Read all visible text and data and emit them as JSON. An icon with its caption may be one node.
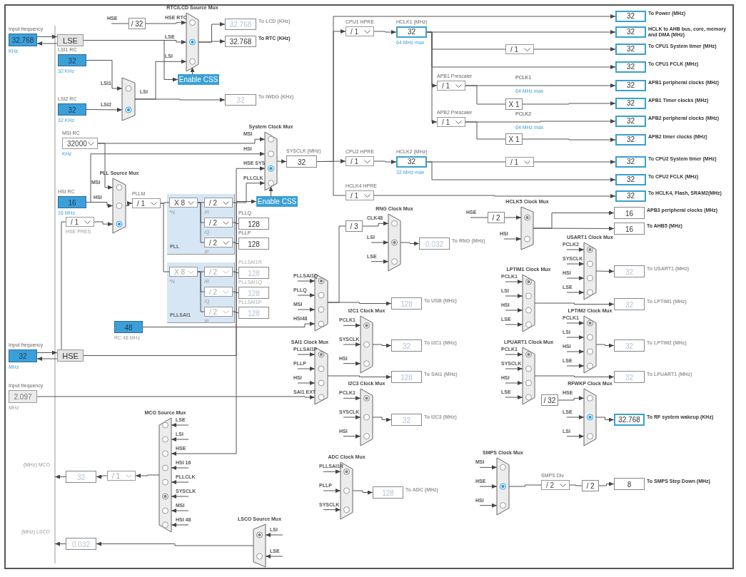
{
  "diagram": {
    "nodes": [
      {
        "text": [
          "Input frequency",
          "32.768"
        ],
        "beside": [
          "KHz"
        ]
      },
      {
        "text": [
          "LSE"
        ]
      },
      {
        "text": [
          "LSI1 RC",
          "32"
        ],
        "beside": [
          "32 KHz"
        ]
      },
      {
        "text": [
          "LSI2 RC",
          "32"
        ],
        "beside": [
          "32 KHz"
        ]
      },
      {
        "text": [],
        "shape": "trapezoid"
      },
      {
        "text": [
          "/ 32"
        ]
      },
      {
        "text": [
          "RTC/LCD Source Mux"
        ]
      },
      {
        "text": [
          "32.768"
        ],
        "beside": [
          "To LCD (KHz)"
        ]
      },
      {
        "text": [
          "32.768"
        ],
        "beside": [
          "To RTC (KHz)"
        ]
      },
      {
        "text": [
          "Enable CSS"
        ]
      },
      {
        "text": [
          "32"
        ],
        "beside": [
          "To IWDG (KHz)"
        ]
      },
      {
        "text": [
          "MSI RC",
          "32000"
        ],
        "beside": [
          "KHz"
        ]
      },
      {
        "text": [
          "HSI RC",
          "16"
        ],
        "beside": [
          "16 MHz"
        ]
      },
      {
        "text": [
          "/ 1"
        ],
        "beside": [
          "HSE PRES"
        ]
      },
      {
        "text": [
          "PLL Source Mux"
        ]
      },
      {
        "text": [
          "PLLM",
          "/ 1"
        ]
      },
      {
        "text": [
          "PLL"
        ]
      },
      {
        "text": [
          "X 8"
        ],
        "beside": [
          "*N"
        ],
        "in": 16
      },
      {
        "text": [
          "/ 2"
        ],
        "beside": [
          "/R"
        ],
        "in": 16
      },
      {
        "text": [
          "/ 2"
        ],
        "beside": [
          "/Q"
        ],
        "in": 16
      },
      {
        "text": [
          "/ 2"
        ],
        "beside": [
          "/P"
        ],
        "in": 16
      },
      {
        "text": [
          "PLLQ",
          "128"
        ]
      },
      {
        "text": [
          "PLLP",
          "128"
        ]
      },
      {
        "text": [
          "PLLSAI1"
        ]
      },
      {
        "text": [
          "X 8"
        ],
        "beside": [
          "*N"
        ],
        "in": 23
      },
      {
        "text": [
          "/ 2"
        ],
        "beside": [
          "/R"
        ],
        "in": 23
      },
      {
        "text": [
          "/ 2"
        ],
        "beside": [
          "/Q"
        ],
        "in": 23
      },
      {
        "text": [
          "/ 2"
        ],
        "beside": [
          "/P"
        ],
        "in": 23
      },
      {
        "text": [
          "PLLSAI1R",
          "128"
        ]
      },
      {
        "text": [
          "PLLSAI1Q",
          "128"
        ]
      },
      {
        "text": [
          "PLLSAI1P",
          "128"
        ]
      },
      {
        "text": [
          "48"
        ],
        "beside": [
          "RC 48 MHz"
        ]
      },
      {
        "text": [
          "Input frequency",
          "32"
        ],
        "beside": [
          "MHz"
        ]
      },
      {
        "text": [
          "HSE"
        ]
      },
      {
        "text": [
          "Input frequency",
          "2.097"
        ],
        "beside": [
          "MHz"
        ]
      },
      {
        "text": [
          "System Clock Mux"
        ]
      },
      {
        "text": [
          "Enable CSS"
        ]
      },
      {
        "text": [
          "SYSCLK (MHz)",
          "32"
        ]
      },
      {
        "text": [
          "CPU1 HPRE",
          "/ 1"
        ]
      },
      {
        "text": [
          "HCLK1 (MHz)",
          "32"
        ],
        "beside": [
          "64 MHz max"
        ]
      },
      {
        "text": [
          "APB1 Prescaler",
          "/ 1"
        ]
      },
      {
        "text": [
          "APB2 Prescaler",
          "/ 1"
        ]
      },
      {
        "text": [
          "CPU2 HPRE",
          "/ 1"
        ]
      },
      {
        "text": [
          "HCLK2 (MHz)",
          "32"
        ],
        "beside": [
          "32 MHz max"
        ]
      },
      {
        "text": [
          "HCLK4 HPRE",
          "/ 1"
        ]
      },
      {
        "text": [
          "/ 1"
        ]
      },
      {
        "text": [
          "X 1"
        ]
      },
      {
        "text": [
          "X 1"
        ]
      },
      {
        "text": [
          "/ 1"
        ]
      },
      {
        "text": [
          "32"
        ],
        "beside": [
          "To Power (MHz)"
        ]
      },
      {
        "text": [
          "32"
        ],
        "beside": [
          "HCLK to AHB bus, core, memory and DMA (MHz)"
        ]
      },
      {
        "text": [
          "32"
        ],
        "beside": [
          "To CPU1 System timer (MHz)"
        ]
      },
      {
        "text": [
          "32"
        ],
        "beside": [
          "To CPU1 FCLK (MHz)"
        ]
      },
      {
        "text": [
          "32"
        ],
        "beside": [
          "APB1 peripheral clocks (MHz)"
        ]
      },
      {
        "text": [
          "32"
        ],
        "beside": [
          "APB1 Timer clocks (MHz)"
        ]
      },
      {
        "text": [
          "32"
        ],
        "beside": [
          "APB2 peripheral clocks (MHz)"
        ]
      },
      {
        "text": [
          "32"
        ],
        "beside": [
          "APB2 timer clocks (MHz)"
        ]
      },
      {
        "text": [
          "32"
        ],
        "beside": [
          "To CPU2 System timer (MHz)"
        ]
      },
      {
        "text": [
          "32"
        ],
        "beside": [
          "To CPU2 FCLK (MHz)"
        ]
      },
      {
        "text": [
          "32"
        ],
        "beside": [
          "To HCLK4, Flash, SRAM2(MHz)"
        ]
      },
      {
        "text": [
          "/ 2"
        ]
      },
      {
        "text": [
          "HCLK5 Clock Mux"
        ]
      },
      {
        "text": [
          "16"
        ],
        "beside": [
          "APB3 peripheral clocks (MHz)"
        ]
      },
      {
        "text": [
          "16"
        ],
        "beside": [
          "To AHB5 (MHz)"
        ]
      },
      {
        "text": [
          "/ 3"
        ]
      },
      {
        "text": [
          "RNG Clock Mux"
        ]
      },
      {
        "text": [
          "0.032"
        ],
        "beside": [
          "To RNG (MHz)"
        ]
      },
      {
        "text": [],
        "shape": "trapezoid"
      },
      {
        "text": [
          "128"
        ],
        "beside": [
          "To USB (MHz)"
        ]
      },
      {
        "text": [
          "I2C1 Clock Mux"
        ]
      },
      {
        "text": [
          "32"
        ],
        "beside": [
          "To I2C1 (MHz)"
        ]
      },
      {
        "text": [
          "SAI1 Clock Mux"
        ]
      },
      {
        "text": [
          "128"
        ],
        "beside": [
          "To SAI1 (MHz)"
        ]
      },
      {
        "text": [
          "I2C3 Clock Mux"
        ]
      },
      {
        "text": [
          "32"
        ],
        "beside": [
          "To I2C3 (MHz)"
        ]
      },
      {
        "text": [
          "ADC Clock Mux"
        ]
      },
      {
        "text": [
          "128"
        ],
        "beside": [
          "To ADC (MHz)"
        ]
      },
      {
        "text": [
          "MCO Source Mux"
        ]
      },
      {
        "text": [
          "/ 1"
        ]
      },
      {
        "text": [
          "32"
        ],
        "beside": [
          "(MHz) MCO"
        ]
      },
      {
        "text": [
          "LSCO Source Mux"
        ]
      },
      {
        "text": [
          "0.032"
        ],
        "beside": [
          "(MHz) LSCO"
        ]
      },
      {
        "text": [
          "USART1 Clock Mux"
        ]
      },
      {
        "text": [
          "32"
        ],
        "beside": [
          "To USART1 (MHz)"
        ]
      },
      {
        "text": [
          "LPTIM1 Clock Mux"
        ]
      },
      {
        "text": [
          "32"
        ],
        "beside": [
          "To LPTIM1 (MHz)"
        ]
      },
      {
        "text": [
          "LPTIM2 Clock Mux"
        ]
      },
      {
        "text": [
          "32"
        ],
        "beside": [
          "To LPTIM2 (MHz)"
        ]
      },
      {
        "text": [
          "LPUART1 Clock Mux"
        ]
      },
      {
        "text": [
          "32"
        ],
        "beside": [
          "To LPUART1 (MHz)"
        ]
      },
      {
        "text": [
          "/ 32"
        ]
      },
      {
        "text": [
          "RFWKP Clock Mux"
        ]
      },
      {
        "text": [
          "32.768"
        ],
        "beside": [
          "To RF system wakeup (KHz)"
        ]
      },
      {
        "text": [
          "SMPS Clock Mux"
        ]
      },
      {
        "text": [
          "SMPS Div",
          "/ 2"
        ]
      },
      {
        "text": [
          "/ 2"
        ]
      },
      {
        "text": [
          "8"
        ],
        "beside": [
          "To SMPS Step Down (MHz)"
        ]
      }
    ],
    "edges": [
      {
        "from": 0,
        "to": 1,
        "arrow": "to"
      },
      {
        "from": 1,
        "to": 0,
        "arrow": "to"
      },
      {
        "from": null,
        "to": 5,
        "arrow": "none",
        "label": "HSE"
      },
      {
        "from": 5,
        "to": 6,
        "arrow": "to",
        "label": "HSE RTC"
      },
      {
        "from": 1,
        "to": 6,
        "arrow": "to",
        "label": "LSE"
      },
      {
        "from": 4,
        "to": 6,
        "arrow": "to",
        "label": "LSI"
      },
      {
        "from": 2,
        "to": 4,
        "arrow": "to",
        "label": "LSI1"
      },
      {
        "from": 3,
        "to": 4,
        "arrow": "to",
        "label": "LSI2"
      },
      {
        "from": 6,
        "to": 7,
        "arrow": "to"
      },
      {
        "from": 6,
        "to": 8,
        "arrow": "to"
      },
      {
        "from": 1,
        "to": 9,
        "arrow": "to"
      },
      {
        "from": 9,
        "to": 6,
        "arrow": "to"
      },
      {
        "from": 4,
        "to": 10,
        "arrow": "to",
        "label": "LSI"
      },
      {
        "from": 32,
        "to": 33,
        "arrow": "to"
      },
      {
        "from": 33,
        "to": 32,
        "arrow": "to"
      },
      {
        "from": 11,
        "to": 35,
        "arrow": "to",
        "label": "MSI"
      },
      {
        "from": 12,
        "to": 35,
        "arrow": "to",
        "label": "HSI"
      },
      {
        "from": 33,
        "to": 35,
        "arrow": "to",
        "label": "HSE SYS"
      },
      {
        "from": 18,
        "to": 35,
        "arrow": "to",
        "label": "PLLCLK"
      },
      {
        "from": 35,
        "to": 37,
        "arrow": "to"
      },
      {
        "from": 33,
        "to": 36,
        "arrow": "to"
      },
      {
        "from": 36,
        "to": 35,
        "arrow": "to"
      },
      {
        "from": 11,
        "to": 14,
        "arrow": "to",
        "label": "MSI"
      },
      {
        "from": 12,
        "to": 14,
        "arrow": "to",
        "label": "HSI"
      },
      {
        "from": 13,
        "to": 14,
        "arrow": "to"
      },
      {
        "from": 33,
        "to": 13,
        "arrow": "none"
      },
      {
        "from": 14,
        "to": 15,
        "arrow": "to"
      },
      {
        "from": 15,
        "to": 17,
        "arrow": "none"
      },
      {
        "from": 15,
        "to": 24,
        "arrow": "none"
      },
      {
        "from": 17,
        "to": 18,
        "arrow": "none"
      },
      {
        "from": 17,
        "to": 19,
        "arrow": "none"
      },
      {
        "from": 17,
        "to": 20,
        "arrow": "none"
      },
      {
        "from": 19,
        "to": 21,
        "arrow": "none"
      },
      {
        "from": 20,
        "to": 22,
        "arrow": "none"
      },
      {
        "from": 24,
        "to": 25,
        "arrow": "none"
      },
      {
        "from": 24,
        "to": 26,
        "arrow": "none"
      },
      {
        "from": 24,
        "to": 27,
        "arrow": "none"
      },
      {
        "from": 26,
        "to": 29,
        "arrow": "none"
      },
      {
        "from": 27,
        "to": 30,
        "arrow": "none"
      },
      {
        "from": 25,
        "to": 28,
        "arrow": "none"
      },
      {
        "from": 37,
        "to": 49,
        "arrow": "to"
      },
      {
        "from": 37,
        "to": 38,
        "arrow": "to"
      },
      {
        "from": 38,
        "to": 39,
        "arrow": "to"
      },
      {
        "from": 39,
        "to": 50,
        "arrow": "to"
      },
      {
        "from": 39,
        "to": 45,
        "arrow": "none"
      },
      {
        "from": 45,
        "to": 51,
        "arrow": "to"
      },
      {
        "from": 39,
        "to": 52,
        "arrow": "to"
      },
      {
        "from": 39,
        "to": 40,
        "arrow": "to"
      },
      {
        "from": 39,
        "to": 41,
        "arrow": "to"
      },
      {
        "from": 40,
        "to": 53,
        "arrow": "to"
      },
      {
        "from": 40,
        "to": 46,
        "arrow": "none"
      },
      {
        "from": 46,
        "to": 54,
        "arrow": "to"
      },
      {
        "from": 41,
        "to": 55,
        "arrow": "to"
      },
      {
        "from": 41,
        "to": 47,
        "arrow": "none"
      },
      {
        "from": 47,
        "to": 56,
        "arrow": "to"
      },
      {
        "from": 37,
        "to": 42,
        "arrow": "to"
      },
      {
        "from": 42,
        "to": 43,
        "arrow": "to"
      },
      {
        "from": 43,
        "to": 48,
        "arrow": "none"
      },
      {
        "from": 48,
        "to": 57,
        "arrow": "to"
      },
      {
        "from": 43,
        "to": 58,
        "arrow": "to"
      },
      {
        "from": 37,
        "to": 44,
        "arrow": "none"
      },
      {
        "from": 44,
        "to": 59,
        "arrow": "to"
      },
      {
        "from": null,
        "to": 60,
        "arrow": "none",
        "label": "HSE"
      },
      {
        "from": 60,
        "to": 61,
        "arrow": "to"
      },
      {
        "from": null,
        "to": 61,
        "arrow": "to",
        "label": "HSI"
      },
      {
        "from": 61,
        "to": 62,
        "arrow": "to"
      },
      {
        "from": 61,
        "to": 63,
        "arrow": "to"
      },
      {
        "from": 67,
        "to": 64,
        "arrow": "none"
      },
      {
        "from": 64,
        "to": 65,
        "arrow": "to",
        "label": "CLK48"
      },
      {
        "from": null,
        "to": 65,
        "arrow": "to",
        "label": "LSI"
      },
      {
        "from": null,
        "to": 65,
        "arrow": "to",
        "label": "LSE"
      },
      {
        "from": 65,
        "to": 66,
        "arrow": "to"
      },
      {
        "from": null,
        "to": 67,
        "arrow": "to",
        "label": "PLLSAI1Q"
      },
      {
        "from": null,
        "to": 67,
        "arrow": "to",
        "label": "PLLQ"
      },
      {
        "from": null,
        "to": 67,
        "arrow": "to",
        "label": "MSI"
      },
      {
        "from": 31,
        "to": 67,
        "arrow": "to",
        "label": "HSI48"
      },
      {
        "from": 67,
        "to": 68,
        "arrow": "to"
      },
      {
        "from": null,
        "to": 69,
        "arrow": "to",
        "label": "PCLK1"
      },
      {
        "from": null,
        "to": 69,
        "arrow": "to",
        "label": "SYSCLK"
      },
      {
        "from": null,
        "to": 69,
        "arrow": "to",
        "label": "HSI"
      },
      {
        "from": 69,
        "to": 70,
        "arrow": "to"
      },
      {
        "from": null,
        "to": 71,
        "arrow": "to",
        "label": "PLLSAI1P"
      },
      {
        "from": null,
        "to": 71,
        "arrow": "to",
        "label": "PLLP"
      },
      {
        "from": null,
        "to": 71,
        "arrow": "to",
        "label": "HSI"
      },
      {
        "from": 34,
        "to": 71,
        "arrow": "to",
        "label": "SAI1 EXT"
      },
      {
        "from": 71,
        "to": 72,
        "arrow": "to"
      },
      {
        "from": null,
        "to": 73,
        "arrow": "to",
        "label": "PCLK1"
      },
      {
        "from": null,
        "to": 73,
        "arrow": "to",
        "label": "SYSCLK"
      },
      {
        "from": null,
        "to": 73,
        "arrow": "to",
        "label": "HSI"
      },
      {
        "from": 73,
        "to": 74,
        "arrow": "to"
      },
      {
        "from": null,
        "to": 75,
        "arrow": "to",
        "label": "PLLSAI1R"
      },
      {
        "from": null,
        "to": 75,
        "arrow": "to",
        "label": "PLLP"
      },
      {
        "from": null,
        "to": 75,
        "arrow": "to",
        "label": "SYSCLK"
      },
      {
        "from": 75,
        "to": 76,
        "arrow": "to"
      },
      {
        "from": null,
        "to": 77,
        "arrow": "to",
        "label": "LSE"
      },
      {
        "from": null,
        "to": 77,
        "arrow": "to",
        "label": "LSI"
      },
      {
        "from": 33,
        "to": 77,
        "arrow": "to",
        "label": "HSE"
      },
      {
        "from": null,
        "to": 77,
        "arrow": "to",
        "label": "HSI 16"
      },
      {
        "from": null,
        "to": 77,
        "arrow": "to",
        "label": "PLLCLK"
      },
      {
        "from": null,
        "to": 77,
        "arrow": "to",
        "label": "SYSCLK"
      },
      {
        "from": null,
        "to": 77,
        "arrow": "to",
        "label": "MSI"
      },
      {
        "from": null,
        "to": 77,
        "arrow": "to",
        "label": "HSI 48"
      },
      {
        "from": 77,
        "to": 78,
        "arrow": "to"
      },
      {
        "from": 78,
        "to": 79,
        "arrow": "to"
      },
      {
        "from": 79,
        "to": null,
        "arrow": "to"
      },
      {
        "from": null,
        "to": 80,
        "arrow": "to",
        "label": "LSI"
      },
      {
        "from": null,
        "to": 80,
        "arrow": "to",
        "label": "LSE"
      },
      {
        "from": 80,
        "to": 81,
        "arrow": "to"
      },
      {
        "from": 81,
        "to": null,
        "arrow": "to"
      },
      {
        "from": null,
        "to": 82,
        "arrow": "to",
        "label": "PCLK2"
      },
      {
        "from": null,
        "to": 82,
        "arrow": "to",
        "label": "SYSCLK"
      },
      {
        "from": null,
        "to": 82,
        "arrow": "to",
        "label": "HSI"
      },
      {
        "from": null,
        "to": 82,
        "arrow": "to",
        "label": "LSE"
      },
      {
        "from": 82,
        "to": 83,
        "arrow": "to"
      },
      {
        "from": null,
        "to": 84,
        "arrow": "to",
        "label": "PCLK1"
      },
      {
        "from": null,
        "to": 84,
        "arrow": "to",
        "label": "LSI"
      },
      {
        "from": null,
        "to": 84,
        "arrow": "to",
        "label": "HSI"
      },
      {
        "from": null,
        "to": 84,
        "arrow": "to",
        "label": "LSE"
      },
      {
        "from": 84,
        "to": 85,
        "arrow": "to"
      },
      {
        "from": null,
        "to": 86,
        "arrow": "to",
        "label": "PCLK1"
      },
      {
        "from": null,
        "to": 86,
        "arrow": "to",
        "label": "LSI"
      },
      {
        "from": null,
        "to": 86,
        "arrow": "to",
        "label": "HSI"
      },
      {
        "from": null,
        "to": 86,
        "arrow": "to",
        "label": "LSE"
      },
      {
        "from": 86,
        "to": 87,
        "arrow": "to"
      },
      {
        "from": null,
        "to": 88,
        "arrow": "to",
        "label": "PCLK1"
      },
      {
        "from": null,
        "to": 88,
        "arrow": "to",
        "label": "SYSCLK"
      },
      {
        "from": null,
        "to": 88,
        "arrow": "to",
        "label": "HSI"
      },
      {
        "from": null,
        "to": 88,
        "arrow": "to",
        "label": "LSE"
      },
      {
        "from": 88,
        "to": 89,
        "arrow": "to"
      },
      {
        "from": 90,
        "to": 91,
        "arrow": "to",
        "label": "HSE"
      },
      {
        "from": null,
        "to": 91,
        "arrow": "to",
        "label": "LSE"
      },
      {
        "from": null,
        "to": 91,
        "arrow": "to",
        "label": "LSI"
      },
      {
        "from": 91,
        "to": 92,
        "arrow": "to"
      },
      {
        "from": null,
        "to": 93,
        "arrow": "to",
        "label": "MSI"
      },
      {
        "from": null,
        "to": 93,
        "arrow": "to",
        "label": "HSE"
      },
      {
        "from": null,
        "to": 93,
        "arrow": "to",
        "label": "HSI"
      },
      {
        "from": 93,
        "to": 94,
        "arrow": "none"
      },
      {
        "from": 94,
        "to": 95,
        "arrow": "none"
      },
      {
        "from": 95,
        "to": 96,
        "arrow": "to"
      }
    ],
    "labels": [
      "PCLK1",
      "64 MHz max",
      "PCLK2",
      "64 MHz max"
    ]
  }
}
